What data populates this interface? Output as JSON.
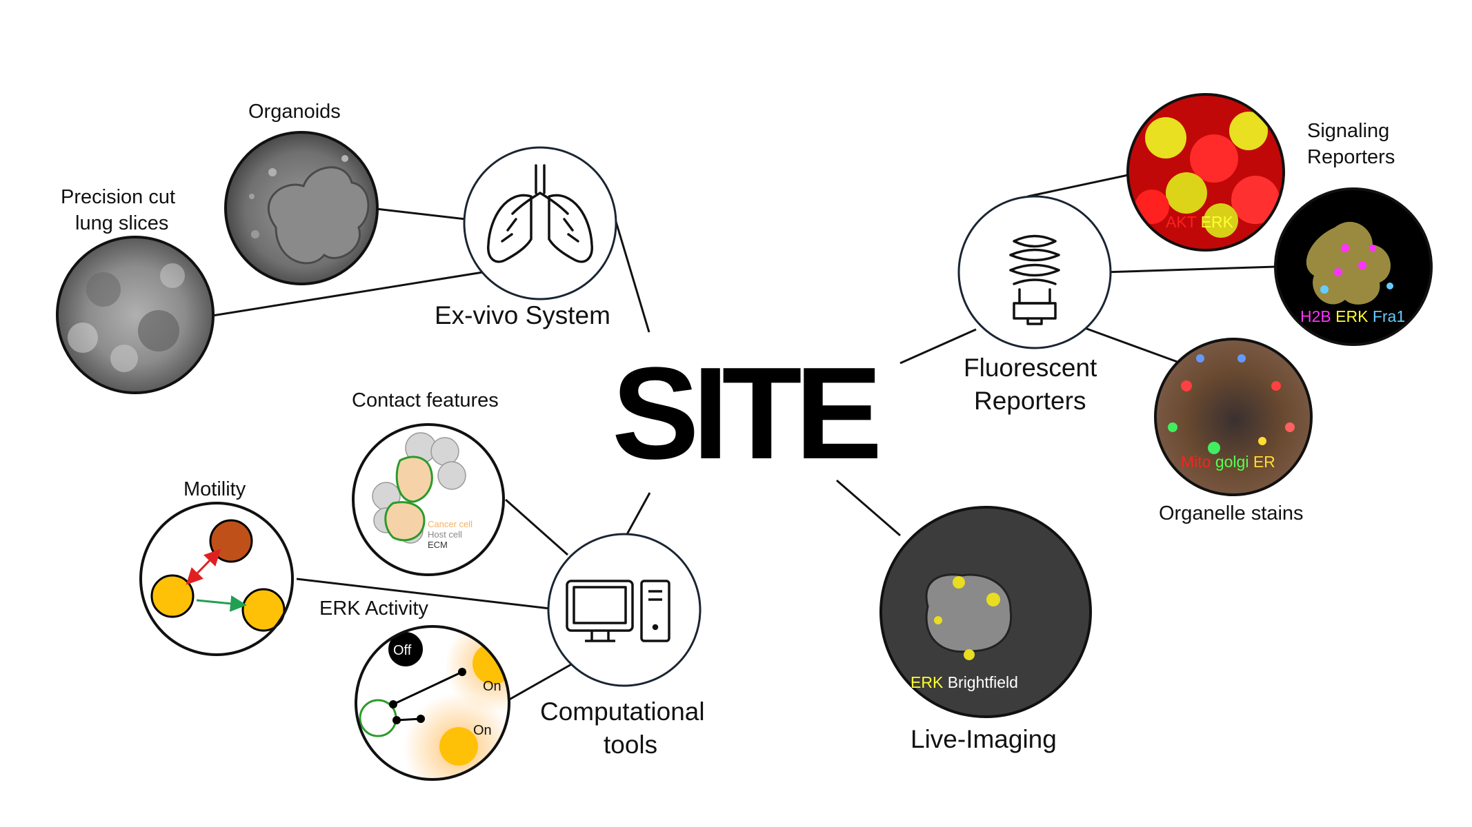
{
  "title": "SITE",
  "hubs": {
    "exvivo": {
      "label": "Ex-vivo System",
      "icon": "lungs-icon"
    },
    "fluorescent": {
      "line1": "Fluorescent",
      "line2": "Reporters",
      "icon": "light-bulb-icon"
    },
    "computational": {
      "line1": "Computational",
      "line2": "tools",
      "icon": "desktop-computer-icon"
    },
    "live": {
      "label": "Live-Imaging"
    }
  },
  "nodes": {
    "organoids": {
      "label": "Organoids"
    },
    "pcls": {
      "line1": "Precision cut",
      "line2": "lung slices"
    },
    "signaling": {
      "line1": "Signaling",
      "line2": "Reporters",
      "caption": [
        "AKT",
        "ERK"
      ]
    },
    "h2b": {
      "caption": [
        "H2B",
        "ERK",
        "Fra1"
      ]
    },
    "organelle": {
      "label": "Organelle stains",
      "caption": [
        "Mito",
        "golgi",
        "ER"
      ]
    },
    "contact": {
      "label": "Contact features",
      "legend": [
        "Cancer cell",
        "Host cell",
        "ECM"
      ]
    },
    "motility": {
      "label": "Motility"
    },
    "erk": {
      "label": "ERK Activity",
      "off": "Off",
      "on1": "On",
      "on2": "On"
    },
    "liveimg": {
      "caption": [
        "ERK",
        "Brightfield"
      ]
    }
  },
  "colors": {
    "akt": "#ff2020",
    "erk": "#ffff33",
    "h2b": "#ff33ff",
    "fra1": "#66ccff",
    "mito": "#ff2020",
    "golgi": "#55ff55",
    "er": "#ffdd33",
    "cell_orange": "#ffc107",
    "cell_brown": "#c0501a",
    "arrow_red": "#e02020",
    "arrow_green": "#20a050"
  }
}
